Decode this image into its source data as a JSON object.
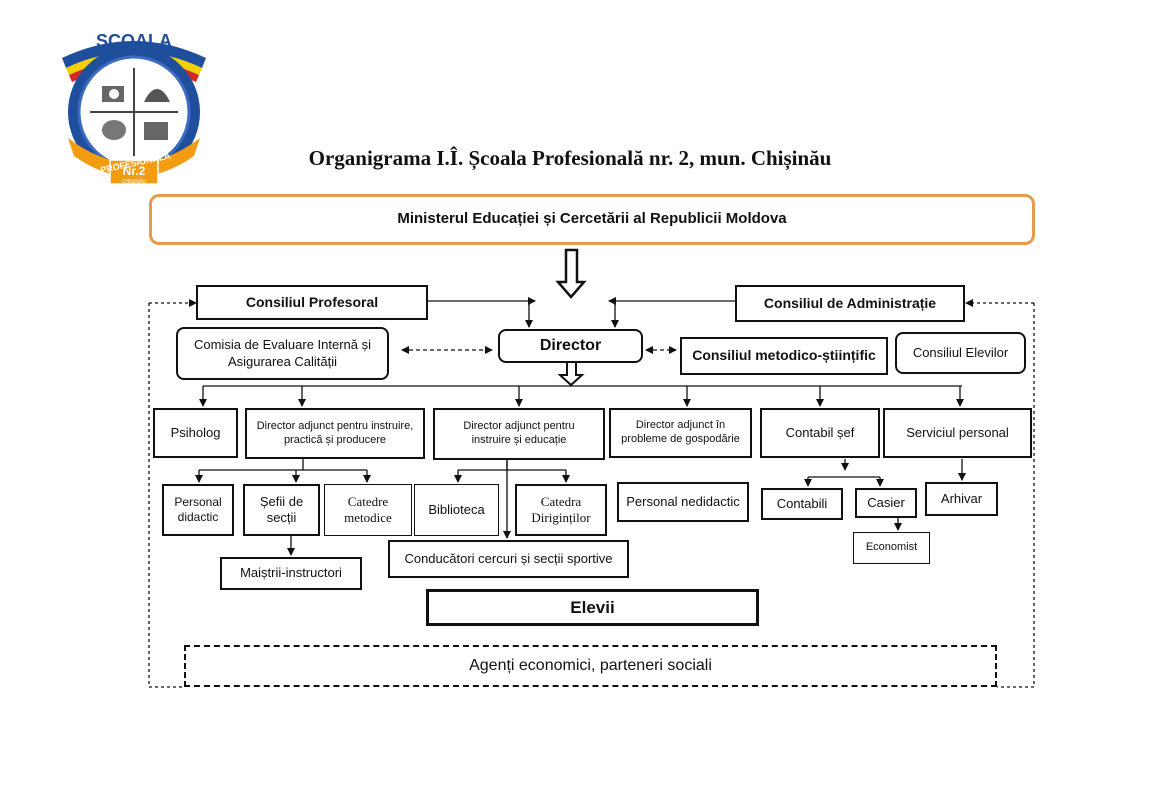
{
  "title": "Organigrama I.Î. Școala Profesională nr. 2, mun. Chișinău",
  "logo": {
    "top_text": "ȘCOALA",
    "bottom_text": "PROFESIONALĂ",
    "badge": "Nr.2",
    "city": "CHIȘINĂU"
  },
  "nodes": {
    "ministry": "Ministerul Educației  și Cercetării al Republicii Moldova",
    "consiliul_profesoral": "Consiliul Profesoral",
    "consiliul_administratie": "Consiliul de Administrație",
    "comisia_evaluare": "Comisia de Evaluare Internă și Asigurarea Calității",
    "director": "Director",
    "consiliul_metodico": "Consiliul metodico-științific",
    "consiliul_elevilor": "Consiliul Elevilor",
    "psiholog": "Psiholog",
    "director_adjunct_instruire_practica": "Director adjunct pentru instruire, practică și producere",
    "director_adjunct_instruire_educatie": "Director adjunct pentru instruire și educație",
    "director_adjunct_gospodarie": "Director adjunct în probleme de gospodărie",
    "contabil_sef": "Contabil șef",
    "serviciul_personal": "Serviciul personal",
    "personal_didactic": "Personal didactic",
    "sefii_sectii": "Șefii de secții",
    "catedre_metodice": "Catedre metodice",
    "biblioteca": "Biblioteca",
    "catedra_dirigintilor": "Catedra Diriginților",
    "personal_nedidactic": "Personal nedidactic",
    "contabili": "Contabili",
    "casier": "Casier",
    "economist": "Economist",
    "arhivar": "Arhivar",
    "maistrii": "Maiștrii-instructori",
    "conducatori": "Conducători cercuri și secții sportive",
    "elevii": "Elevii",
    "agenti": "Agenți economici, parteneri sociali"
  },
  "colors": {
    "ministry_border": "#e59a4e",
    "lines": "#111111",
    "logo_blue": "#1f4e9c",
    "logo_orange": "#f39c12",
    "logo_red": "#d62828",
    "logo_yellow": "#f4d000"
  }
}
